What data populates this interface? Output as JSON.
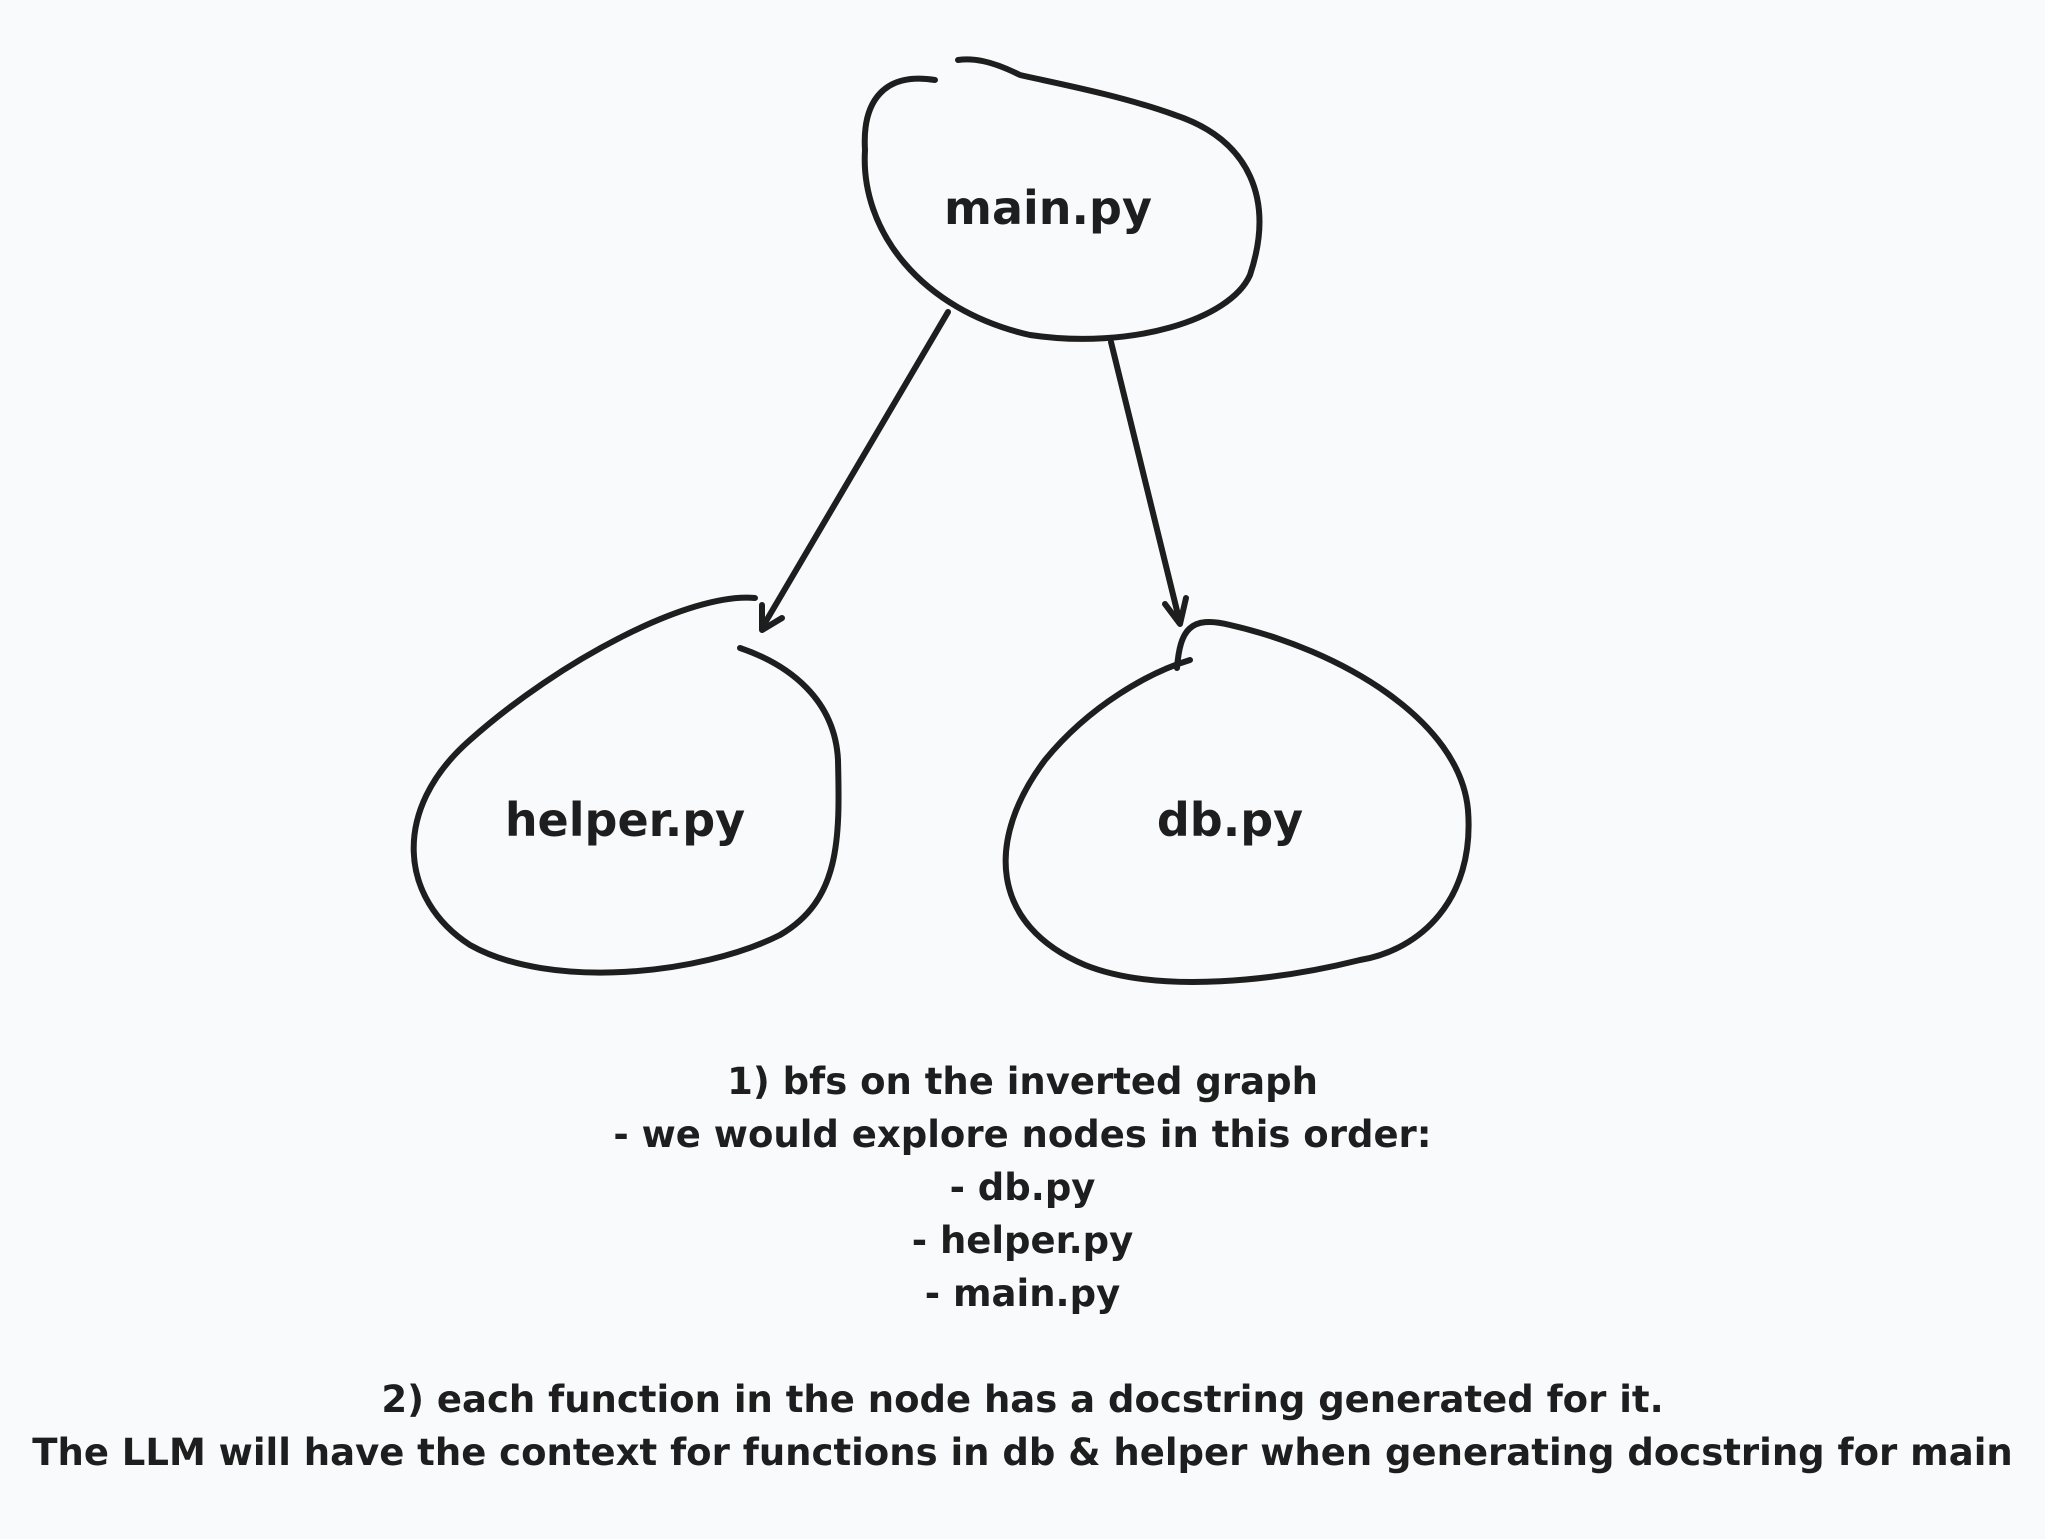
{
  "nodes": {
    "main": "main.py",
    "helper": "helper.py",
    "db": "db.py"
  },
  "edges": [
    {
      "from": "main.py",
      "to": "helper.py"
    },
    {
      "from": "main.py",
      "to": "db.py"
    }
  ],
  "notes": {
    "step1_title": "1) bfs on the inverted graph",
    "step1_intro": "- we would explore nodes in this order:",
    "step1_order": [
      "- db.py",
      "- helper.py",
      "- main.py"
    ],
    "step2_line1": "2) each function in the node has a docstring generated for it.",
    "step2_line2": "The LLM will have the context for functions in db & helper when generating docstring for main"
  },
  "colors": {
    "background": "#f9fafb",
    "ink": "#1e1e1e"
  }
}
